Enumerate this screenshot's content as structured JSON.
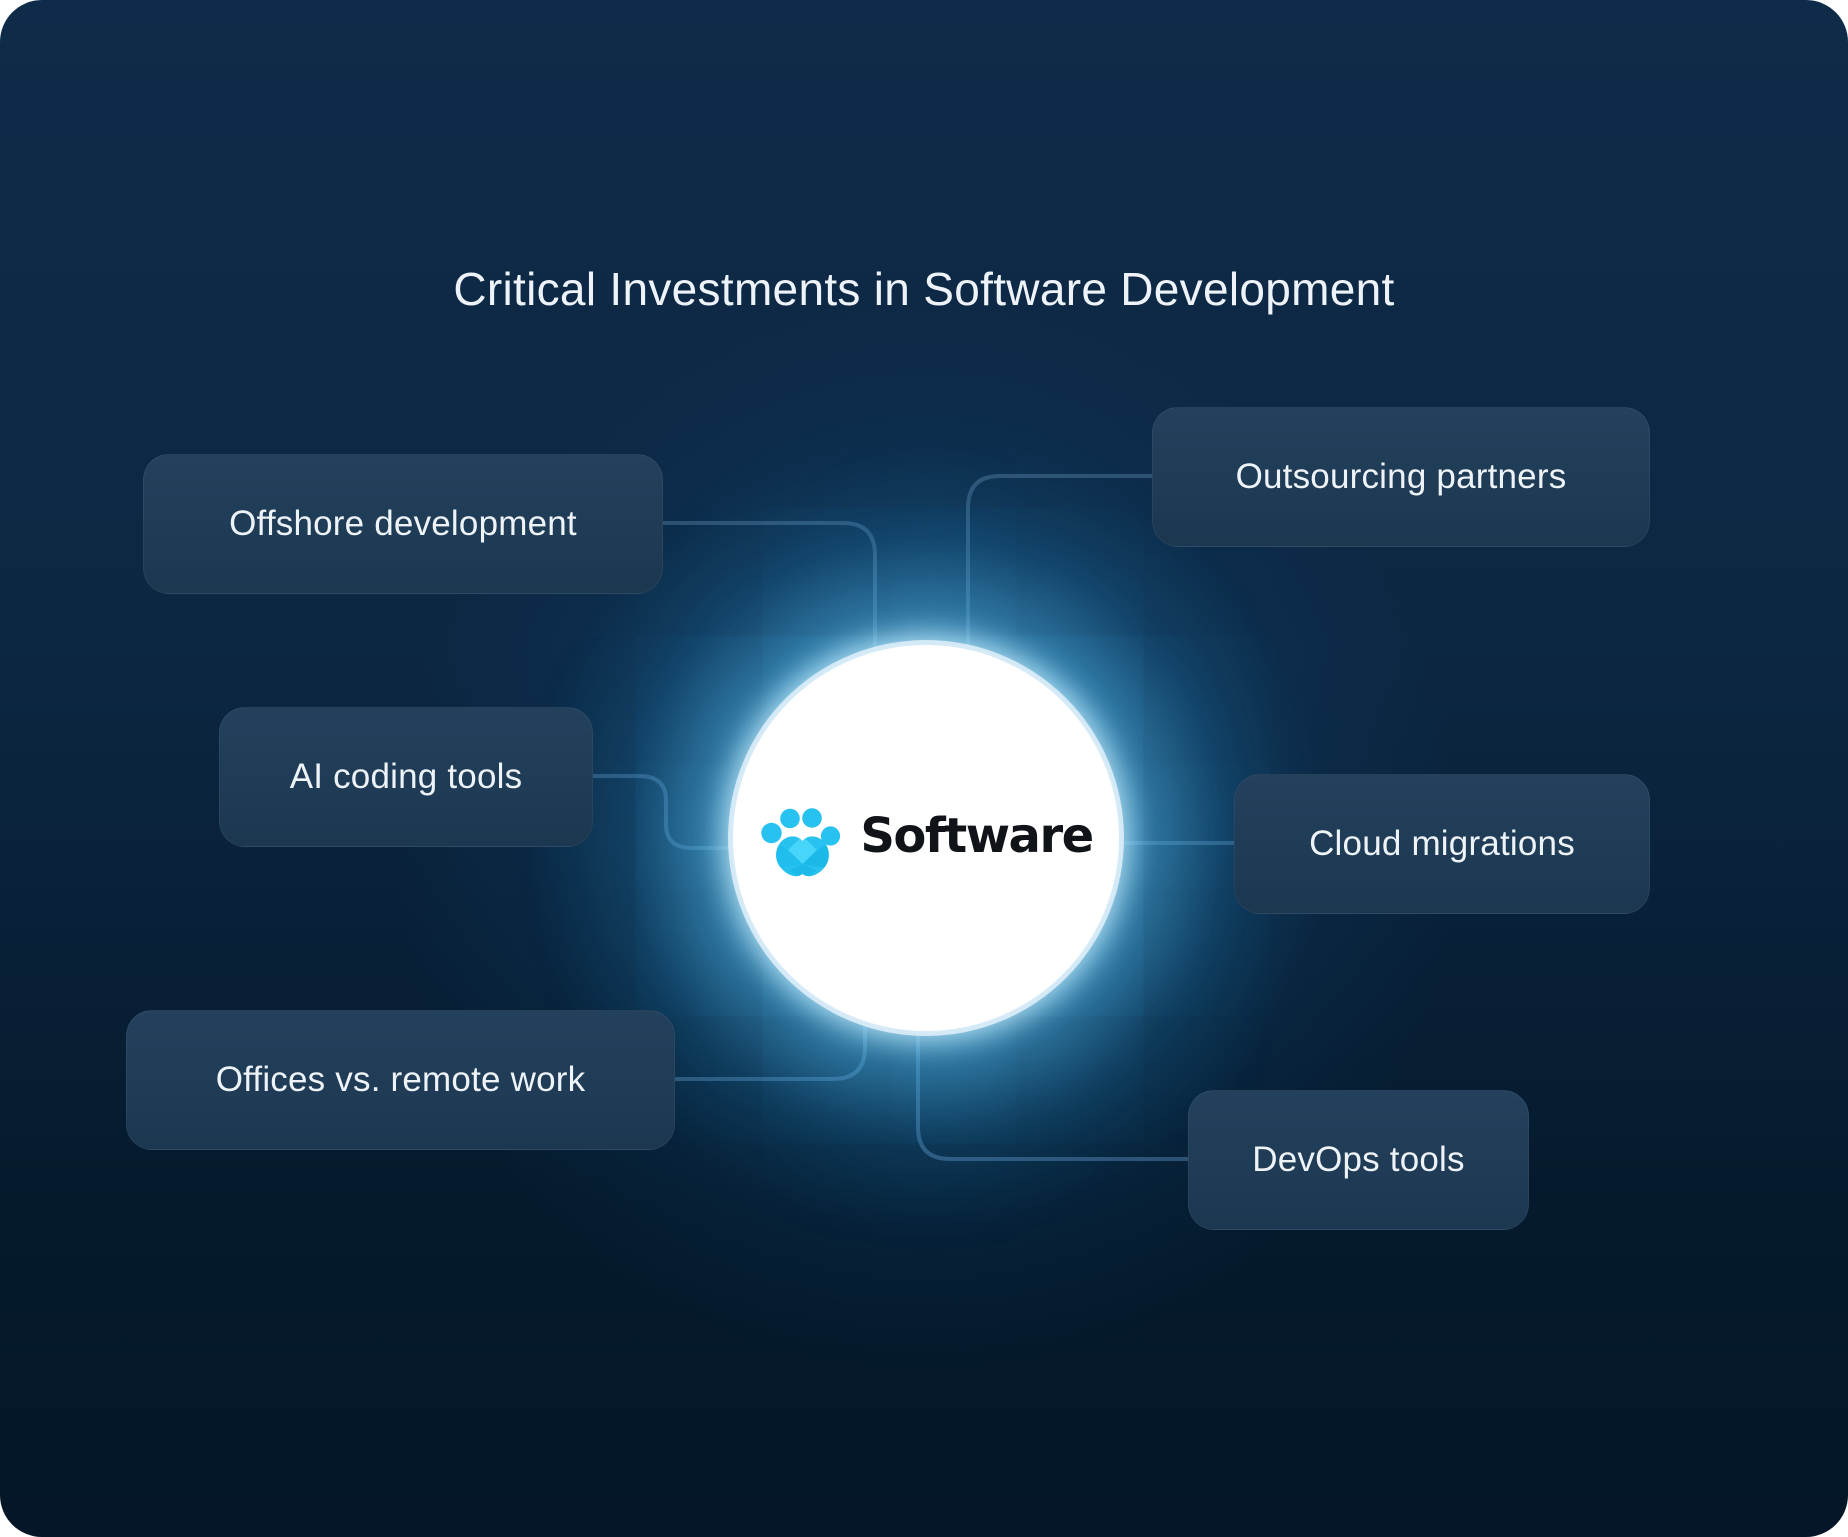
{
  "title": "Critical Investments in Software Development",
  "center": {
    "brand": "Software",
    "icon": "paw-icon"
  },
  "nodes": {
    "left": [
      {
        "label": "Offshore development"
      },
      {
        "label": "AI coding tools"
      },
      {
        "label": "Offices vs. remote work"
      }
    ],
    "right": [
      {
        "label": "Outsourcing partners"
      },
      {
        "label": "Cloud migrations"
      },
      {
        "label": "DevOps tools"
      }
    ]
  },
  "colors": {
    "background_top": "#0e2b49",
    "background_bottom": "#041628",
    "card": "#1e3b55",
    "connector": "#31516f",
    "text": "#eef3f8",
    "accent_paw": "#27c2ef",
    "logo_text": "#101418",
    "circle": "#ffffff"
  }
}
